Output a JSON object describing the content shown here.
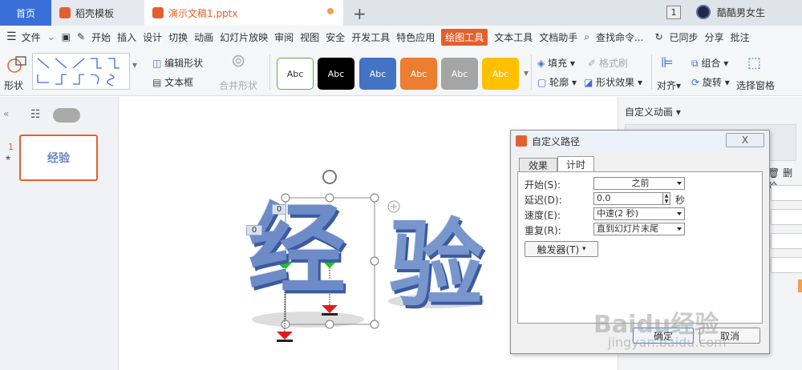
{
  "tabs": {
    "home": "首页",
    "template": "稻壳模板",
    "document": "演示文稿1.pptx",
    "count": "1",
    "user": "酷酷男女生"
  },
  "menu": {
    "file": "文件",
    "items": [
      "开始",
      "插入",
      "设计",
      "切换",
      "动画",
      "幻灯片放映",
      "审阅",
      "视图",
      "安全",
      "开发工具",
      "特色应用",
      "绘图工具",
      "文本工具",
      "文档助手"
    ],
    "active": "绘图工具",
    "search": "查找命令...",
    "sync": "已同步",
    "share": "分享",
    "comment": "批注"
  },
  "ribbon": {
    "shape": "形状",
    "edit_shape": "编辑形状",
    "text_box": "文本框",
    "merge_shape": "合并形状",
    "style_label": "Abc",
    "fill": "填充",
    "format_brush": "格式刷",
    "outline": "轮廓",
    "shape_effect": "形状效果",
    "align": "对齐",
    "group": "组合",
    "rotate": "旋转",
    "select_pane": "选择窗格"
  },
  "colors": {
    "accent": "#e3602e",
    "home_tab": "#3a6fd8",
    "style_boxes": [
      "#ffffff",
      "#000000",
      "#4472c4",
      "#ed7d31",
      "#a5a5a5",
      "#ffc000"
    ]
  },
  "slides": {
    "number": "1",
    "thumb_text": "经验"
  },
  "canvas": {
    "main_text_1": "经",
    "main_text_2": "验",
    "tag_0a": "0",
    "tag_0b": "0"
  },
  "right_pane": {
    "title": "自定义动画",
    "delete": "删除"
  },
  "dialog": {
    "title": "自定义路径",
    "close": "X",
    "tabs": [
      "效果",
      "计时"
    ],
    "rows": [
      {
        "label": "开始(S):",
        "value": "之前"
      },
      {
        "label": "延迟(D):",
        "value": "0.0",
        "unit": "秒"
      },
      {
        "label": "速度(E):",
        "value": "中速(2 秒)"
      },
      {
        "label": "重复(R):",
        "value": "直到幻灯片末尾"
      }
    ],
    "trigger": "触发器(T)",
    "ok": "确定",
    "cancel": "取消"
  },
  "watermark": {
    "main": "Baidu经验",
    "sub": "jingyan.baidu.com"
  }
}
